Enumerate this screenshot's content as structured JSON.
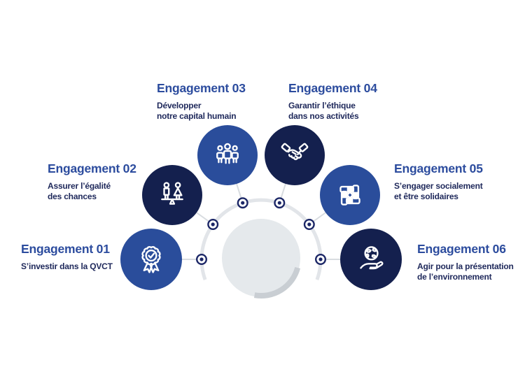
{
  "diagram": {
    "type": "engagement-wheel-infographic",
    "language": "fr",
    "item_count": 6
  },
  "colors": {
    "background": "#ffffff",
    "medium_blue": "#2A4D9B",
    "dark_navy": "#14204E",
    "title_blue": "#2C4C9E",
    "text_navy": "#202A5C",
    "ring_gray": "#E2E5E9",
    "hub_gray": "#E5E9EC",
    "hub_shadow_gray": "#C9CED3",
    "connector_gray": "#D8DCE0",
    "node_navy": "#1B2666",
    "icon_white": "#ffffff"
  },
  "items": [
    {
      "number": "01",
      "title": "Engagement 01",
      "description": [
        "S’investir dans la QVCT"
      ],
      "icon": "award-ribbon-icon",
      "circle_color": "medium_blue"
    },
    {
      "number": "02",
      "title": "Engagement 02",
      "description": [
        "Assurer l’égalité",
        "des chances"
      ],
      "icon": "gender-balance-icon",
      "circle_color": "dark_navy"
    },
    {
      "number": "03",
      "title": "Engagement 03",
      "description": [
        "Développer",
        "notre capital humain"
      ],
      "icon": "team-icon",
      "circle_color": "medium_blue"
    },
    {
      "number": "04",
      "title": "Engagement 04",
      "description": [
        "Garantir l’éthique",
        "dans nos activités"
      ],
      "icon": "handshake-icon",
      "circle_color": "dark_navy"
    },
    {
      "number": "05",
      "title": "Engagement 05",
      "description": [
        "S’engager socialement",
        "et être solidaires"
      ],
      "icon": "joined-hands-icon",
      "circle_color": "medium_blue"
    },
    {
      "number": "06",
      "title": "Engagement 06",
      "description": [
        "Agir pour la présentation",
        "de l’environnement"
      ],
      "icon": "hand-holding-earth-icon",
      "circle_color": "dark_navy"
    }
  ]
}
